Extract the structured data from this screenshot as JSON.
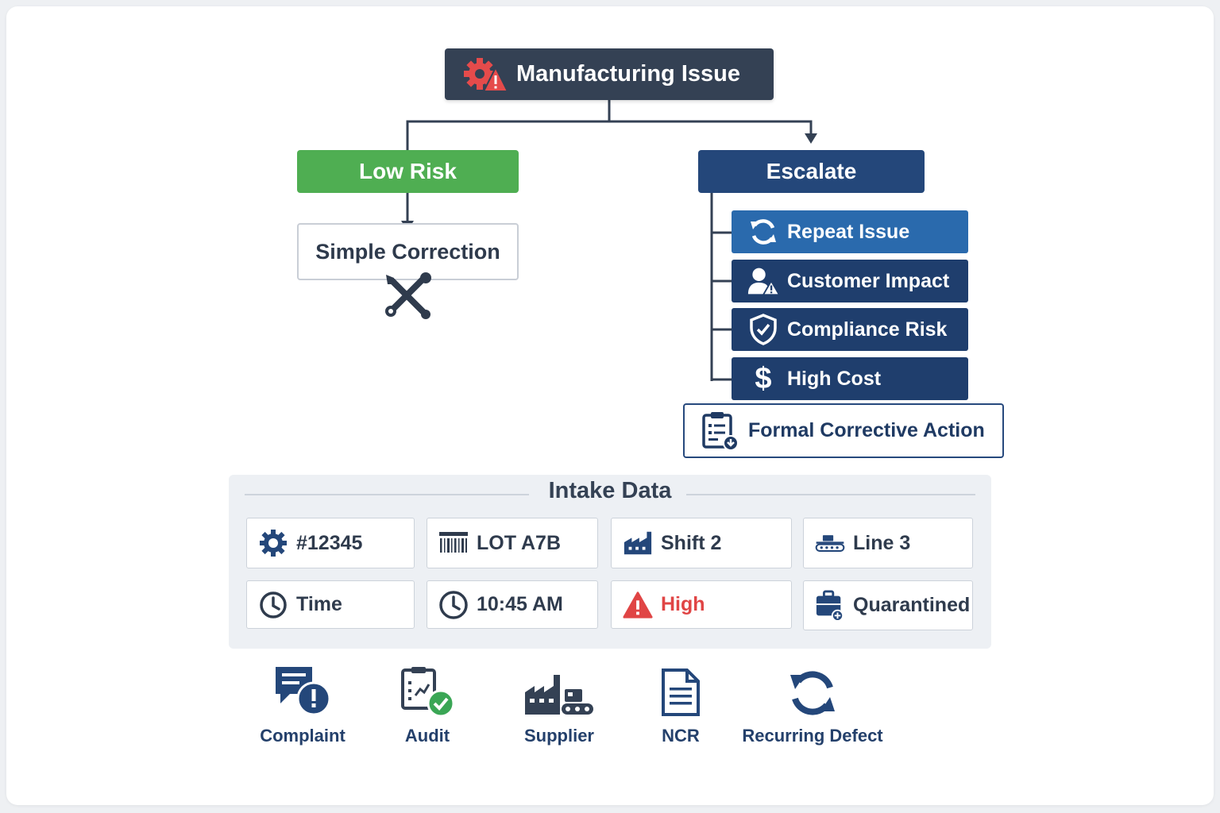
{
  "diagram": {
    "root": {
      "label": "Manufacturing Issue",
      "icon": "gear-warning-icon"
    },
    "low_risk": {
      "label": "Low Risk"
    },
    "simple_correction": {
      "label": "Simple Correction",
      "icon": "tools-icon"
    },
    "escalate": {
      "label": "Escalate"
    },
    "criteria": [
      {
        "label": "Repeat Issue",
        "icon": "refresh-icon",
        "color": "#2a6aad"
      },
      {
        "label": "Customer Impact",
        "icon": "user-warning-icon",
        "color": "#1f3e6d"
      },
      {
        "label": "Compliance Risk",
        "icon": "shield-check-icon",
        "color": "#1f3e6d"
      },
      {
        "label": "High Cost",
        "icon": "dollar-icon",
        "color": "#1f3e6d"
      }
    ],
    "formal_action": {
      "label": "Formal Corrective Action",
      "icon": "clipboard-icon"
    }
  },
  "intake": {
    "title": "Intake Data",
    "cells": [
      {
        "label": "#12345",
        "icon": "gear-icon"
      },
      {
        "label": "LOT A7B",
        "icon": "barcode-icon"
      },
      {
        "label": "Shift 2",
        "icon": "factory-icon"
      },
      {
        "label": "Line 3",
        "icon": "conveyor-icon"
      },
      {
        "label": "Time",
        "icon": "clock-icon"
      },
      {
        "label": "10:45 AM",
        "icon": "clock-icon"
      },
      {
        "label": "High",
        "icon": "warning-icon",
        "color": "#e04545"
      },
      {
        "label": "Quarantined",
        "icon": "quarantine-box-icon"
      }
    ]
  },
  "sources": [
    {
      "label": "Complaint",
      "icon": "complaint-chat-icon"
    },
    {
      "label": "Audit",
      "icon": "audit-clipboard-icon"
    },
    {
      "label": "Supplier",
      "icon": "supplier-factory-icon"
    },
    {
      "label": "NCR",
      "icon": "document-icon"
    },
    {
      "label": "Recurring Defect",
      "icon": "recurring-icon"
    }
  ],
  "colors": {
    "root_bg": "#344154",
    "low_risk_bg": "#4fae52",
    "escalate_bg": "#24477a",
    "connector": "#344154",
    "alert_red": "#e04545",
    "success_green": "#3aa655"
  }
}
